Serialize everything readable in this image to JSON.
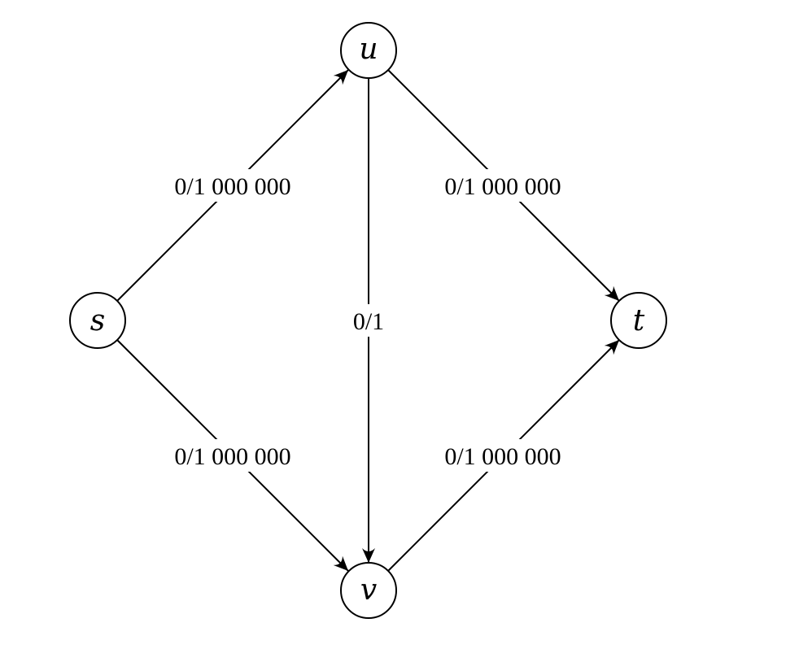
{
  "graph": {
    "type": "flow-network",
    "nodes": [
      {
        "id": "s",
        "label": "s"
      },
      {
        "id": "u",
        "label": "u"
      },
      {
        "id": "v",
        "label": "v"
      },
      {
        "id": "t",
        "label": "t"
      }
    ],
    "edges": [
      {
        "from": "s",
        "to": "u",
        "label": "0/1 000 000",
        "flow": 0,
        "capacity": 1000000
      },
      {
        "from": "u",
        "to": "t",
        "label": "0/1 000 000",
        "flow": 0,
        "capacity": 1000000
      },
      {
        "from": "u",
        "to": "v",
        "label": "0/1",
        "flow": 0,
        "capacity": 1
      },
      {
        "from": "s",
        "to": "v",
        "label": "0/1 000 000",
        "flow": 0,
        "capacity": 1000000
      },
      {
        "from": "v",
        "to": "t",
        "label": "0/1 000 000",
        "flow": 0,
        "capacity": 1000000
      }
    ]
  }
}
